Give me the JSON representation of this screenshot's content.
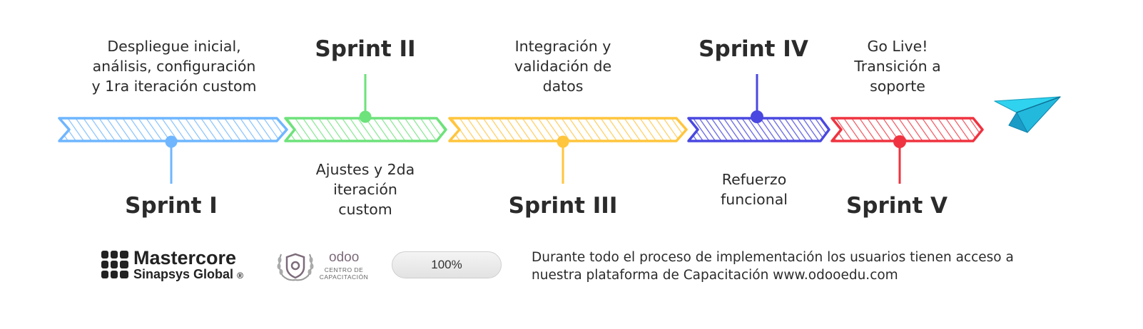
{
  "sprints": [
    {
      "title": "Sprint I",
      "lines": [
        "Despliegue inicial,",
        "análisis, configuración",
        "y 1ra iteración custom"
      ],
      "color": "#6fb6ff"
    },
    {
      "title": "Sprint II",
      "lines": [
        "Ajustes y 2da",
        "iteración",
        "custom"
      ],
      "color": "#6ee27b"
    },
    {
      "title": "Sprint III",
      "lines": [
        "Integración y",
        "validación de",
        "datos"
      ],
      "color": "#ffc53d"
    },
    {
      "title": "Sprint IV",
      "lines": [
        "Refuerzo",
        "funcional"
      ],
      "color": "#4a48e0"
    },
    {
      "title": "Sprint V",
      "lines": [
        "Go Live!",
        "Transición a",
        "soporte"
      ],
      "color": "#ef3340"
    }
  ],
  "plane_icon": "paper-plane-icon",
  "footer": {
    "brand_name": "Mastercore",
    "brand_sub": "Sinapsys Global",
    "brand_reg": "®",
    "odoo_word": "odoo",
    "odoo_sub_1": "CENTRO DE",
    "odoo_sub_2": "CAPACITACIÓN",
    "progress_label": "100%",
    "progress_value": 1.0,
    "info_line_1": "Durante todo el proceso de implementación los usuarios tienen acceso a",
    "info_line_2": "nuestra plataforma de Capacitación www.odooedu.com"
  }
}
